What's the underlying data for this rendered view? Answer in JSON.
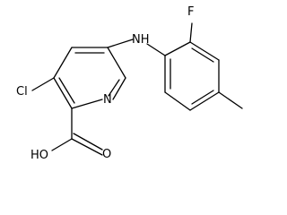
{
  "structure": {
    "labels": {
      "nitrogen_ring": "N",
      "amine": "NH",
      "fluorine": "F",
      "chlorine": "Cl",
      "carbonyl_oxygen": "O",
      "hydroxyl": "HO"
    }
  }
}
